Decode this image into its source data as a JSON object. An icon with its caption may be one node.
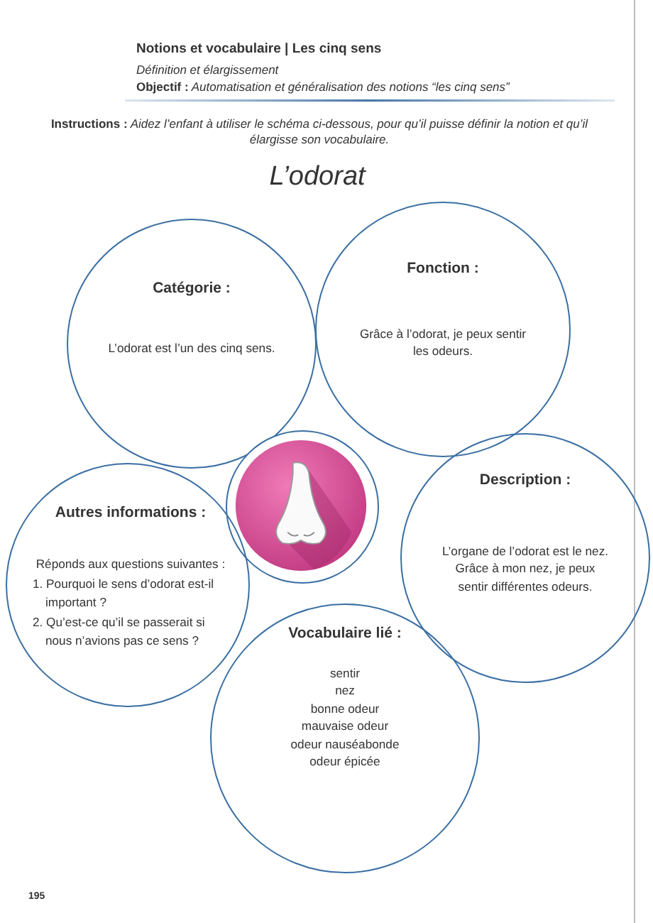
{
  "diagram": {
    "title": "L’odorat",
    "nodes": [
      {
        "text": [
          "Catégorie :",
          "L’odorat est l’un des cinq sens."
        ]
      },
      {
        "text": [
          "Fonction :",
          "Grâce à l’odorat, je peux sentir les odeurs."
        ]
      },
      {
        "text": [],
        "shape": "circle"
      },
      {
        "text": [
          "Autres informations :",
          "Réponds aux questions suivantes :",
          "1. Pourquoi le sens d’odorat est-il important ?",
          "2. Qu’est-ce qu’il se passerait si nous n’avions pas ce sens ?"
        ]
      },
      {
        "text": [
          "Description :",
          "L’organe de l’odorat est le nez. Grâce à mon nez, je peux sentir différentes odeurs."
        ]
      },
      {
        "text": [
          "Vocabulaire lié :",
          "sentir",
          "nez",
          "bonne odeur",
          "mauvaise odeur",
          "odeur nauséabonde",
          "odeur épicée"
        ]
      }
    ],
    "labels": [
      "Notions et vocabulaire | Les cinq sens",
      "Définition et élargissement",
      "**Objectif :** Automatisation et généralisation des notions “les cinq sens”",
      "**Instructions :** Aidez l’enfant à utiliser le schéma ci-dessous, pour qu’il puisse définir la notion et qu’il élargisse son vocabulaire.",
      "195"
    ]
  }
}
